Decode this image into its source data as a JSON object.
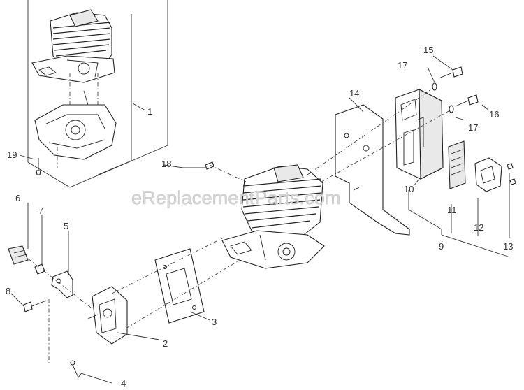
{
  "watermark": "eReplacementParts.com",
  "callouts": {
    "c1": "1",
    "c2": "2",
    "c3": "3",
    "c4": "4",
    "c5": "5",
    "c6": "6",
    "c7": "7",
    "c8": "8",
    "c9": "9",
    "c10": "10",
    "c11": "11",
    "c12": "12",
    "c13": "13",
    "c14": "14",
    "c15": "15",
    "c16": "16",
    "c17a": "17",
    "c17b": "17",
    "c18": "18",
    "c19": "19"
  }
}
